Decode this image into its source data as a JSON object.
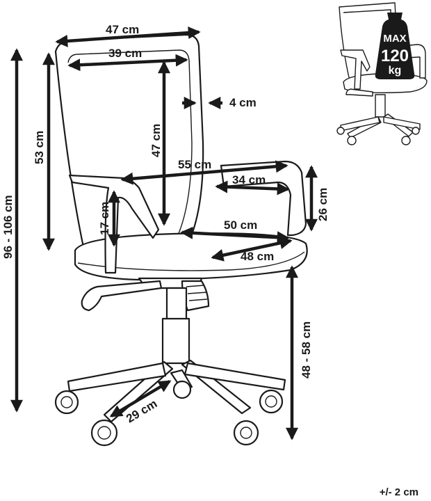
{
  "dimensions": {
    "seat_back_top_width": "47 cm",
    "seat_back_inner_width": "39 cm",
    "frame_thickness": "4 cm",
    "seat_back_height": "47 cm",
    "backrest_height": "53 cm",
    "total_height": "96 - 106 cm",
    "armrest_span": "55 cm",
    "armrest_length": "34 cm",
    "armrest_height": "26 cm",
    "seat_to_armrest": "17 cm",
    "seat_width": "50 cm",
    "seat_depth": "48 cm",
    "seat_height": "48 - 58 cm",
    "leg_length": "29 cm"
  },
  "badge": {
    "top": "MAX",
    "value": "120",
    "unit": "kg"
  },
  "tolerance": "+/- 2 cm",
  "colors": {
    "ink": "#1a1a1a",
    "background": "#ffffff"
  },
  "icons": [
    "max-load-weight-icon",
    "chair-thumbnail-icon"
  ]
}
